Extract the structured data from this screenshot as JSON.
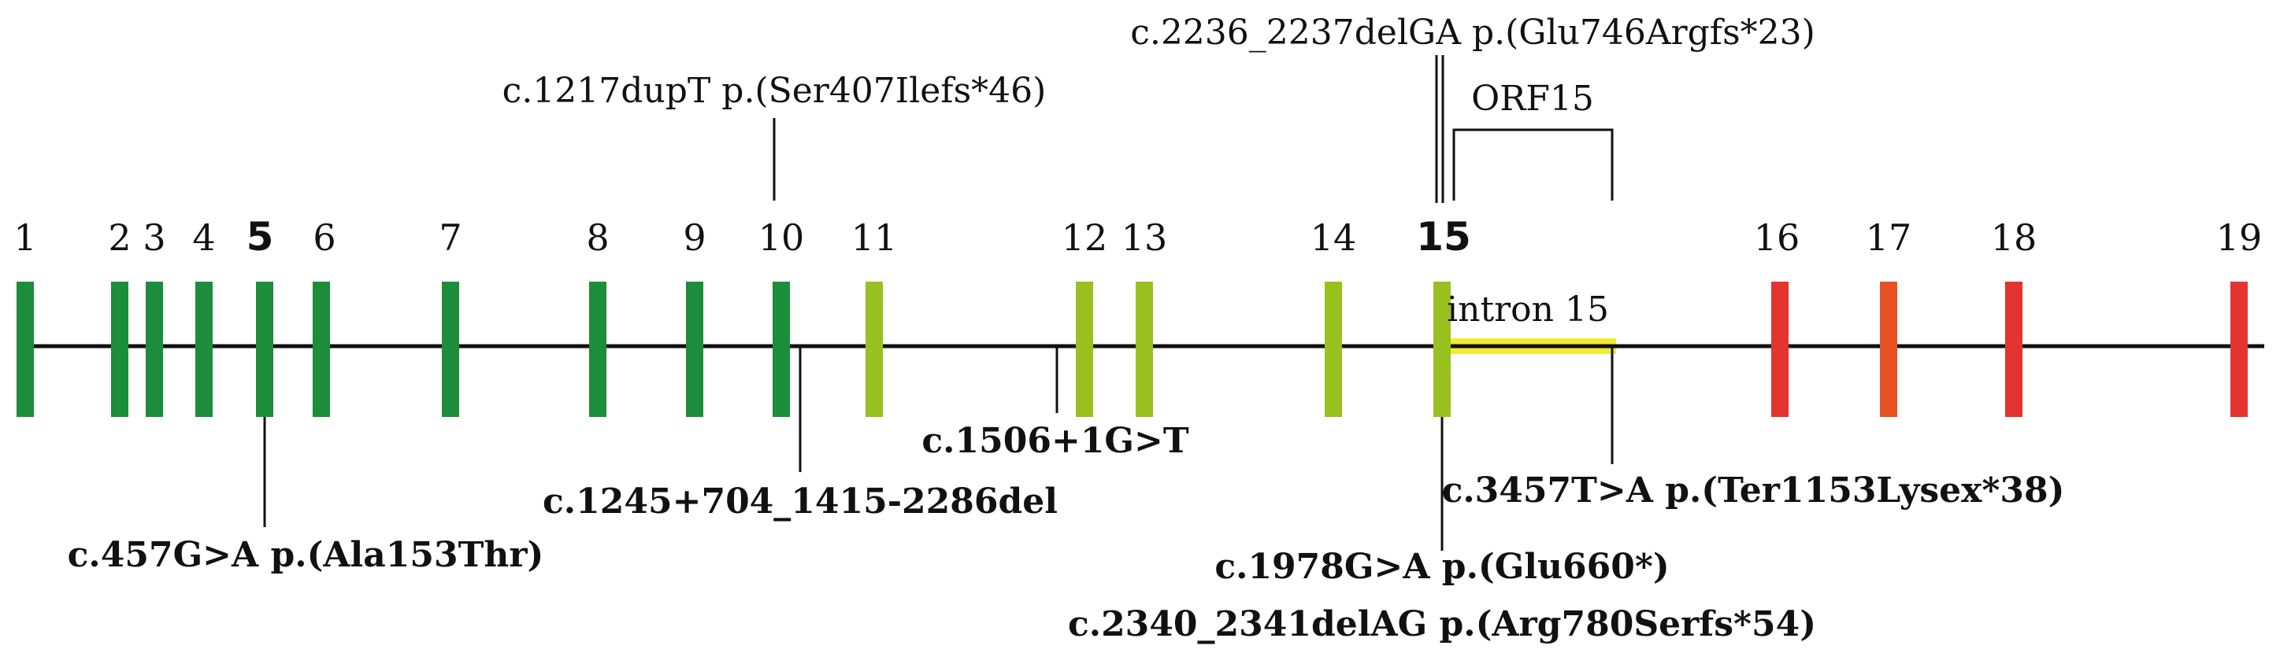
{
  "colors": {
    "dark_green": "#1b8d3b",
    "light_green": "#98c11f",
    "red": "#e3342f",
    "orange_red": "#e65223",
    "intron_yellow": "#f3ea35",
    "line": "#111111"
  },
  "exons": [
    {
      "number": "1",
      "bold": false,
      "color": "dark_green"
    },
    {
      "number": "2",
      "bold": false,
      "color": "dark_green"
    },
    {
      "number": "3",
      "bold": false,
      "color": "dark_green"
    },
    {
      "number": "4",
      "bold": false,
      "color": "dark_green"
    },
    {
      "number": "5",
      "bold": true,
      "color": "dark_green"
    },
    {
      "number": "6",
      "bold": false,
      "color": "dark_green"
    },
    {
      "number": "7",
      "bold": false,
      "color": "dark_green"
    },
    {
      "number": "8",
      "bold": false,
      "color": "dark_green"
    },
    {
      "number": "9",
      "bold": false,
      "color": "dark_green"
    },
    {
      "number": "10",
      "bold": false,
      "color": "dark_green"
    },
    {
      "number": "11",
      "bold": false,
      "color": "light_green"
    },
    {
      "number": "12",
      "bold": false,
      "color": "light_green"
    },
    {
      "number": "13",
      "bold": false,
      "color": "light_green"
    },
    {
      "number": "14",
      "bold": false,
      "color": "light_green"
    },
    {
      "number": "15",
      "bold": true,
      "color": "light_green"
    },
    {
      "number": "16",
      "bold": false,
      "color": "red"
    },
    {
      "number": "17",
      "bold": false,
      "color": "orange_red"
    },
    {
      "number": "18",
      "bold": false,
      "color": "red"
    },
    {
      "number": "19",
      "bold": false,
      "color": "red"
    }
  ],
  "region_labels": {
    "orf15": "ORF15",
    "intron15": "intron 15"
  },
  "variants_above": {
    "dupT": "c.1217dupT p.(Ser407Ilefs*46)",
    "delGA": "c.2236_2237delGA p.(Glu746Argfs*23)"
  },
  "variants_below": {
    "ala153": "c.457G>A p.(Ala153Thr)",
    "del1245": "c.1245+704_1415-2286del",
    "splice1506": "c.1506+1G>T",
    "ter1153": "c.3457T>A p.(Ter1153Lysex*38)",
    "glu660": "c.1978G>A p.(Glu660*)",
    "arg780": "c.2340_2341delAG p.(Arg780Serfs*54)"
  }
}
